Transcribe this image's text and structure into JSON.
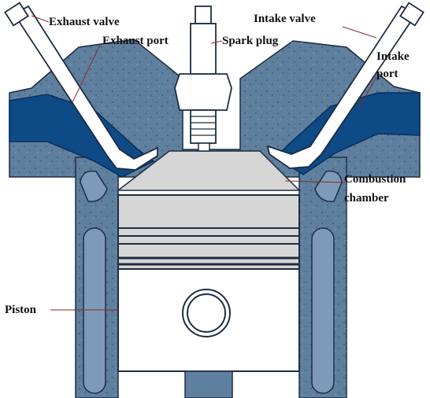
{
  "labels": {
    "exhaust_valve": "Exhaust valve",
    "exhaust_port": "Exhaust port",
    "spark_plug": "Spark plug",
    "intake_valve": "Intake valve",
    "intake_port_line1": "Intake",
    "intake_port_line2": "port",
    "combustion_line1": "Combustion",
    "combustion_line2": "chamber",
    "piston": "Piston"
  },
  "colors": {
    "cylinder_block": "#5f7f9f",
    "block_dark": "#3f5f80",
    "coolant_passage": "#7d9bb8",
    "port_blue": "#0d4a86",
    "chamber_gray": "#d6d6d6",
    "piston_white": "#ffffff",
    "outline": "#1e2d42",
    "leader_line": "#8a2a2a",
    "label_text": "#111111"
  }
}
